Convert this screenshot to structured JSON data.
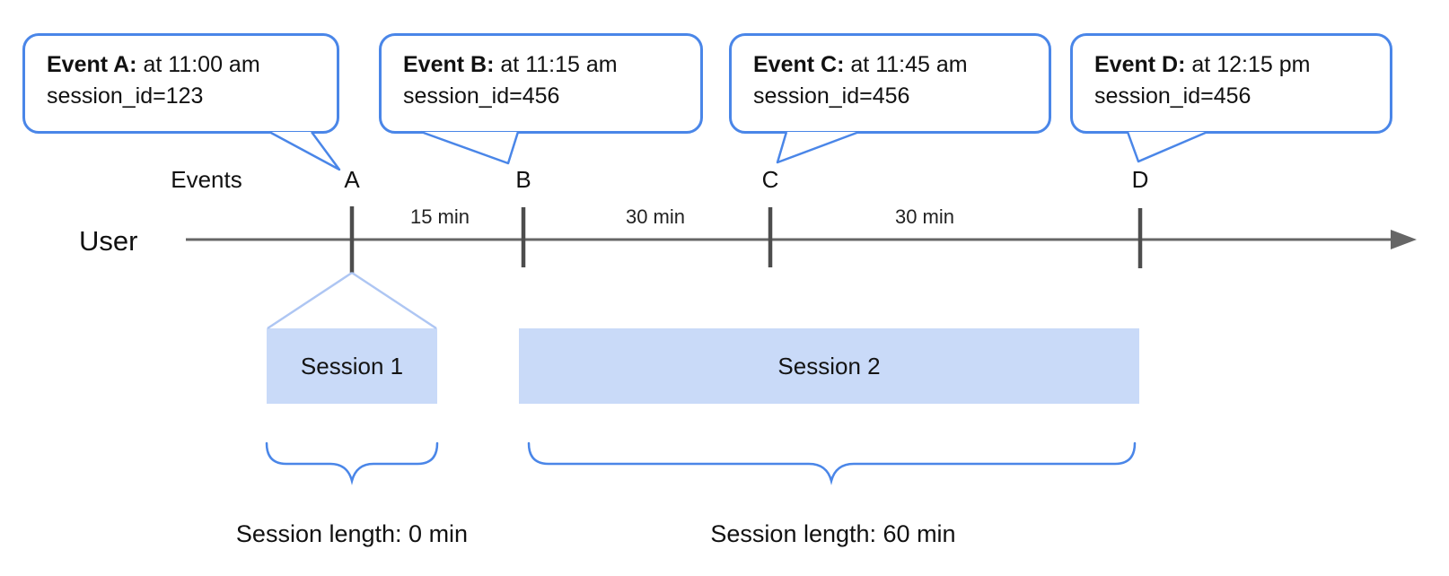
{
  "diagram": {
    "axis": {
      "events_label": "Events",
      "user_label": "User"
    },
    "events": [
      {
        "letter": "A",
        "callout_title": "Event A:",
        "callout_time": "at 11:00 am",
        "callout_session": "session_id=123"
      },
      {
        "letter": "B",
        "callout_title": "Event B:",
        "callout_time": "at 11:15 am",
        "callout_session": "session_id=456"
      },
      {
        "letter": "C",
        "callout_title": "Event C:",
        "callout_time": "at 11:45 am",
        "callout_session": "session_id=456"
      },
      {
        "letter": "D",
        "callout_title": "Event D:",
        "callout_time": "at 12:15 pm",
        "callout_session": "session_id=456"
      }
    ],
    "intervals": [
      {
        "label": "15 min"
      },
      {
        "label": "30 min"
      },
      {
        "label": "30 min"
      }
    ],
    "sessions": [
      {
        "label": "Session 1",
        "length_label": "Session length: 0 min"
      },
      {
        "label": "Session 2",
        "length_label": "Session length: 60 min"
      }
    ],
    "colors": {
      "callout_border_blue": "#4a86e8",
      "brace_blue": "#4a86e8",
      "session_fill_light_blue": "#c9daf8",
      "connector_light_blue": "#aec6f3",
      "axis_gray": "#666666"
    }
  }
}
